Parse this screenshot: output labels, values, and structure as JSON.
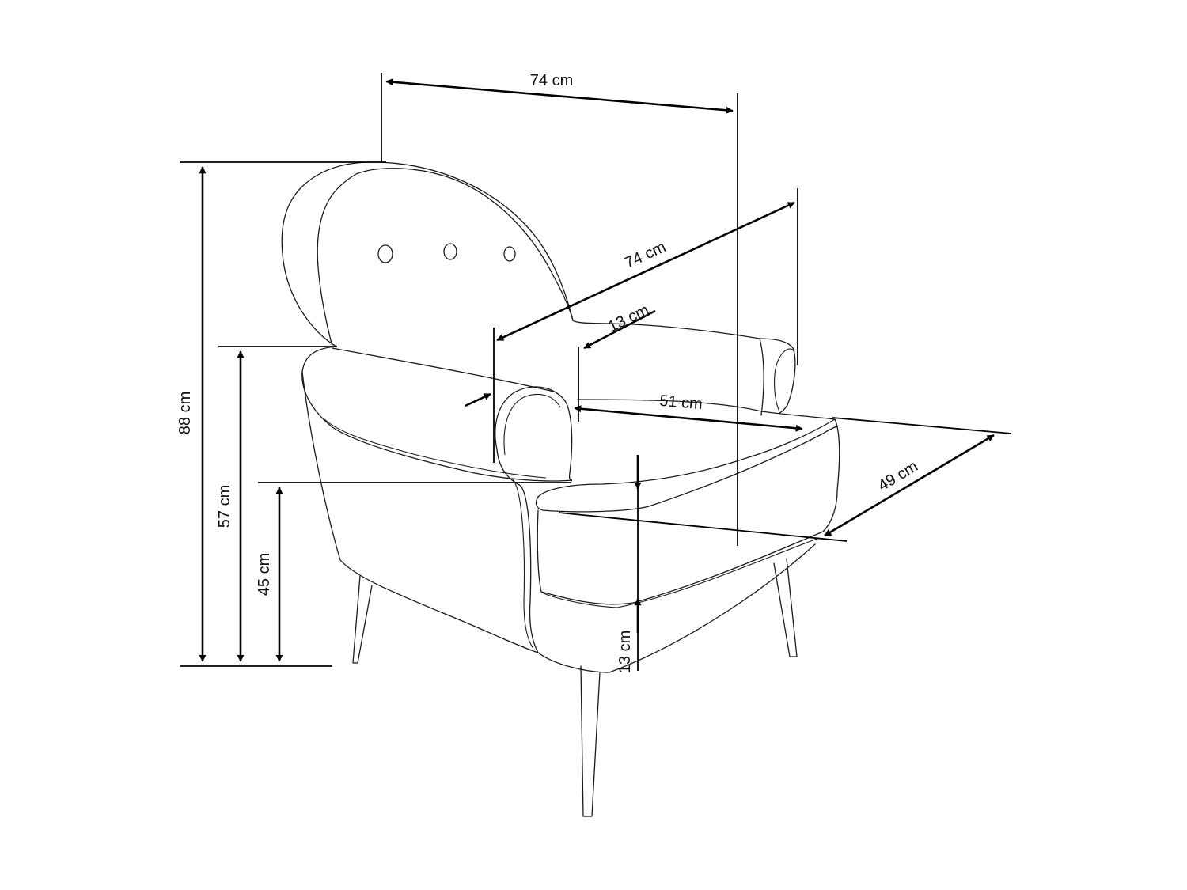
{
  "dimensions": {
    "overall_width": "74 cm",
    "overall_depth": "74 cm",
    "armrest_width": "13 cm",
    "seat_width": "51 cm",
    "seat_depth": "49 cm",
    "total_height": "88 cm",
    "armrest_height": "57 cm",
    "seat_height": "45 cm",
    "leg_height": "13 cm"
  }
}
